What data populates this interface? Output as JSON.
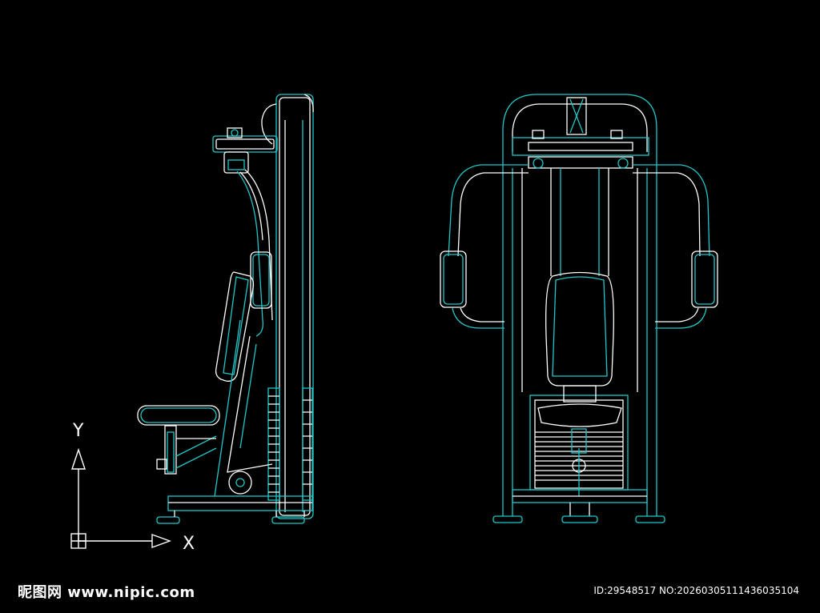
{
  "watermark": {
    "site": "昵图网 www.nipic.com",
    "id_text": "ID:29548517 NO:20260305111436035104"
  },
  "axes": {
    "x_label": "X",
    "y_label": "Y"
  },
  "colors": {
    "background": "#000000",
    "cyan": "#1fc8c8",
    "white": "#ffffff"
  },
  "views": [
    {
      "name": "side-view"
    },
    {
      "name": "front-view"
    }
  ]
}
